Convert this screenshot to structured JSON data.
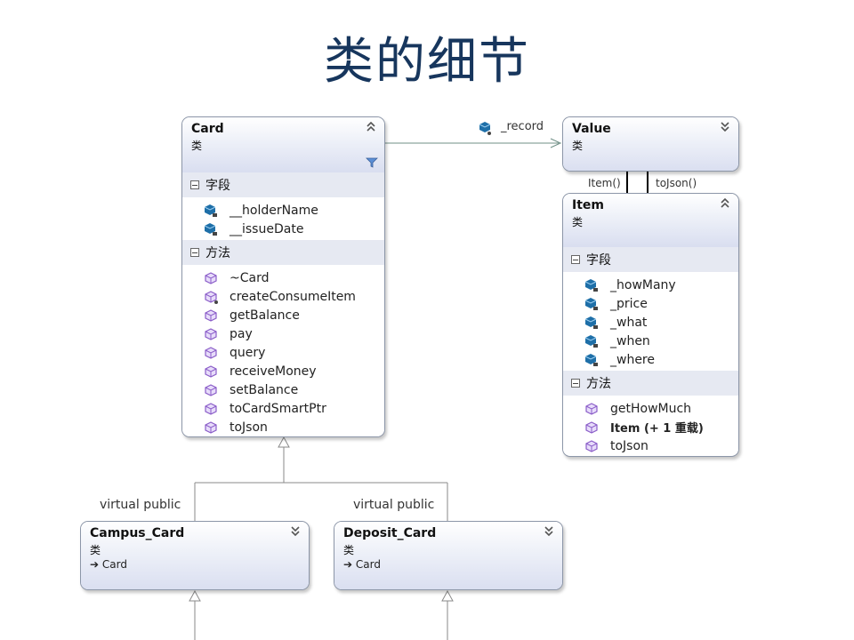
{
  "title": "类的细节",
  "record_label": "_record",
  "item_call_label": "Item()",
  "tojson_call_label": "toJson()",
  "virtual_public_left": "virtual public",
  "virtual_public_right": "virtual public",
  "card": {
    "name": "Card",
    "kind": "类",
    "fields_label": "字段",
    "fields": [
      "__holderName",
      "__issueDate"
    ],
    "methods_label": "方法",
    "methods": [
      "~Card",
      "createConsumeItem",
      "getBalance",
      "pay",
      "query",
      "receiveMoney",
      "setBalance",
      "toCardSmartPtr",
      "toJson"
    ]
  },
  "value": {
    "name": "Value",
    "kind": "类"
  },
  "item": {
    "name": "Item",
    "kind": "类",
    "fields_label": "字段",
    "fields": [
      "_howMany",
      "_price",
      "_what",
      "_when",
      "_where"
    ],
    "methods_label": "方法",
    "methods": [
      "getHowMuch",
      "Item (+ 1 重载)",
      "toJson"
    ]
  },
  "campus_card": {
    "name": "Campus_Card",
    "kind": "类",
    "base": "Card"
  },
  "deposit_card": {
    "name": "Deposit_Card",
    "kind": "类",
    "base": "Card"
  },
  "colors": {
    "title": "#17365d",
    "header_gradient_end": "#d9def0",
    "section_bg": "#e6e9f2",
    "field_icon": "#1e6fa8",
    "method_icon": "#8a5cc8"
  },
  "icons": [
    "field-lock-icon",
    "method-icon",
    "filter-icon",
    "collapse-chevron-icon",
    "expand-chevron-icon",
    "inheritance-arrow-icon"
  ]
}
